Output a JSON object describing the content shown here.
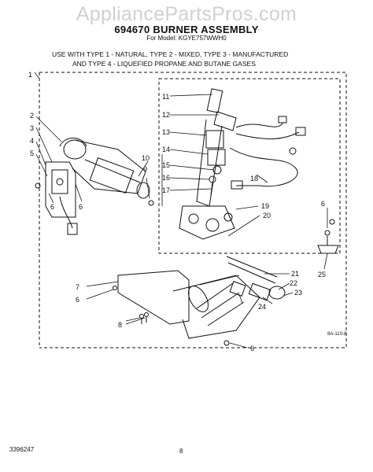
{
  "watermark": "AppliancePartsPros.com",
  "header": {
    "title": "694670 BURNER ASSEMBLY",
    "model": "For Model: KGYE757WWH0"
  },
  "note": {
    "line1": "USE WITH TYPE 1 - NATURAL, TYPE 2 - MIXED, TYPE 3 - MANUFACTURED",
    "line2": "AND TYPE 4 - LIQUEFIED PROPANE AND BUTANE GASES"
  },
  "callouts": [
    "1",
    "2",
    "3",
    "4",
    "5",
    "6",
    "6",
    "7",
    "6",
    "8",
    "9",
    "10",
    "11",
    "12",
    "13",
    "14",
    "15",
    "16",
    "17",
    "18",
    "19",
    "20",
    "21",
    "22",
    "23",
    "24",
    "25",
    "6",
    "6"
  ],
  "diagram_code": "8A-110-8",
  "footer": {
    "part_number": "3396247",
    "page": "8"
  }
}
